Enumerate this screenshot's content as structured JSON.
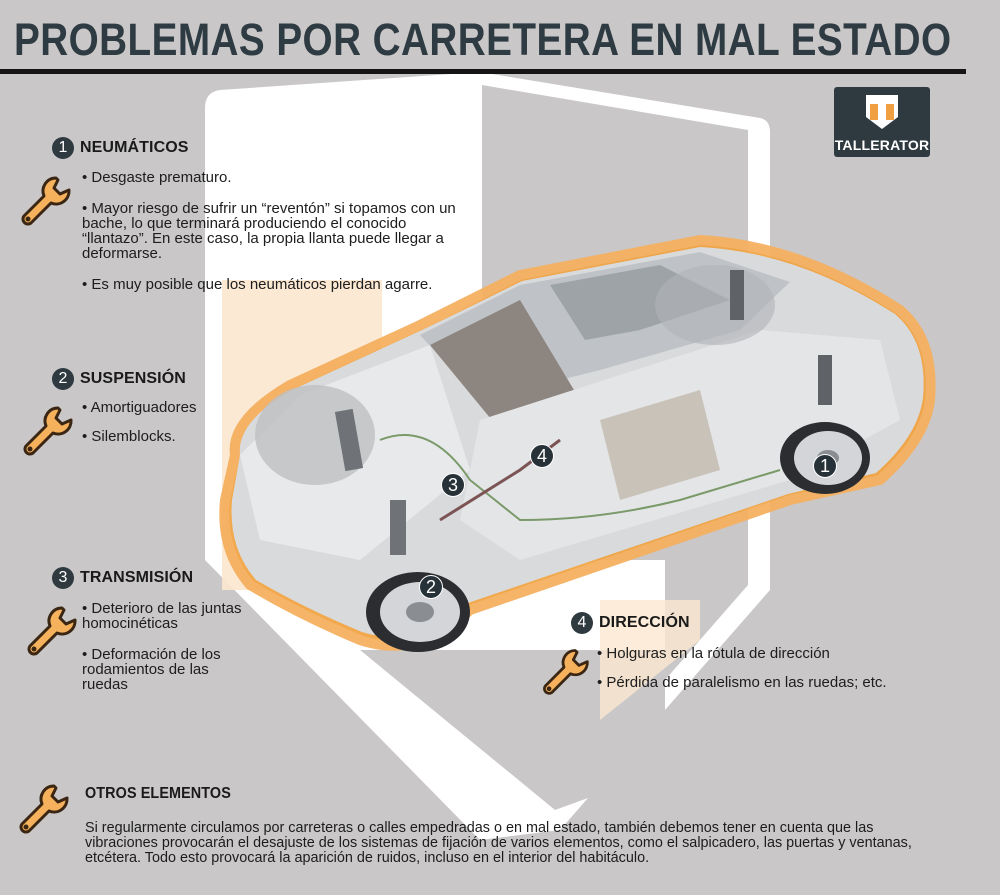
{
  "title": "PROBLEMAS POR CARRETERA EN MAL ESTADO",
  "logo": {
    "text": "TALLERATOR",
    "icon": "shield-t-logo-icon"
  },
  "colors": {
    "background": "#c9c7c8",
    "title": "#2f3b42",
    "badge": "#2e3a40",
    "accent_orange": "#f0a040",
    "shield_white": "#ffffff",
    "peach": "#fbe7cf"
  },
  "sections": [
    {
      "number": "1",
      "title": "NEUMÁTICOS",
      "icon": "wrench-icon",
      "items": [
        "Desgaste prematuro.",
        "Mayor riesgo de sufrir un “reventón” si topamos con un bache, lo que terminará produciendo el conocido “llantazo”. En este caso, la propia llanta puede llegar a deformarse.",
        "Es muy posible que los neumáticos pierdan agarre."
      ]
    },
    {
      "number": "2",
      "title": "SUSPENSIÓN",
      "icon": "wrench-icon",
      "items": [
        "Amortiguadores",
        "Silemblocks."
      ]
    },
    {
      "number": "3",
      "title": "TRANSMISIÓN",
      "icon": "wrench-icon",
      "items": [
        "Deterioro de las juntas homocinéticas",
        "Deformación de los rodamientos de las ruedas"
      ]
    },
    {
      "number": "4",
      "title": "DIRECCIÓN",
      "icon": "wrench-icon",
      "items": [
        "Holguras en la rótula de dirección",
        "Pérdida de paralelismo en las ruedas; etc."
      ]
    }
  ],
  "other": {
    "title": "OTROS ELEMENTOS",
    "icon": "wrench-icon",
    "text": "Si regularmente circulamos por carreteras o calles empedradas o en mal estado, también debemos tener en cuenta que las vibraciones provocarán el desajuste de los sistemas de fijación de varios elementos, como el salpicadero, las puertas y ventanas, etcétera. Todo esto provocará la aparición de ruidos, incluso en el interior del habitáculo."
  },
  "car_markers": [
    {
      "number": "1",
      "label": "rear-wheel"
    },
    {
      "number": "2",
      "label": "front-wheel"
    },
    {
      "number": "3",
      "label": "driveshaft"
    },
    {
      "number": "4",
      "label": "steering"
    }
  ]
}
